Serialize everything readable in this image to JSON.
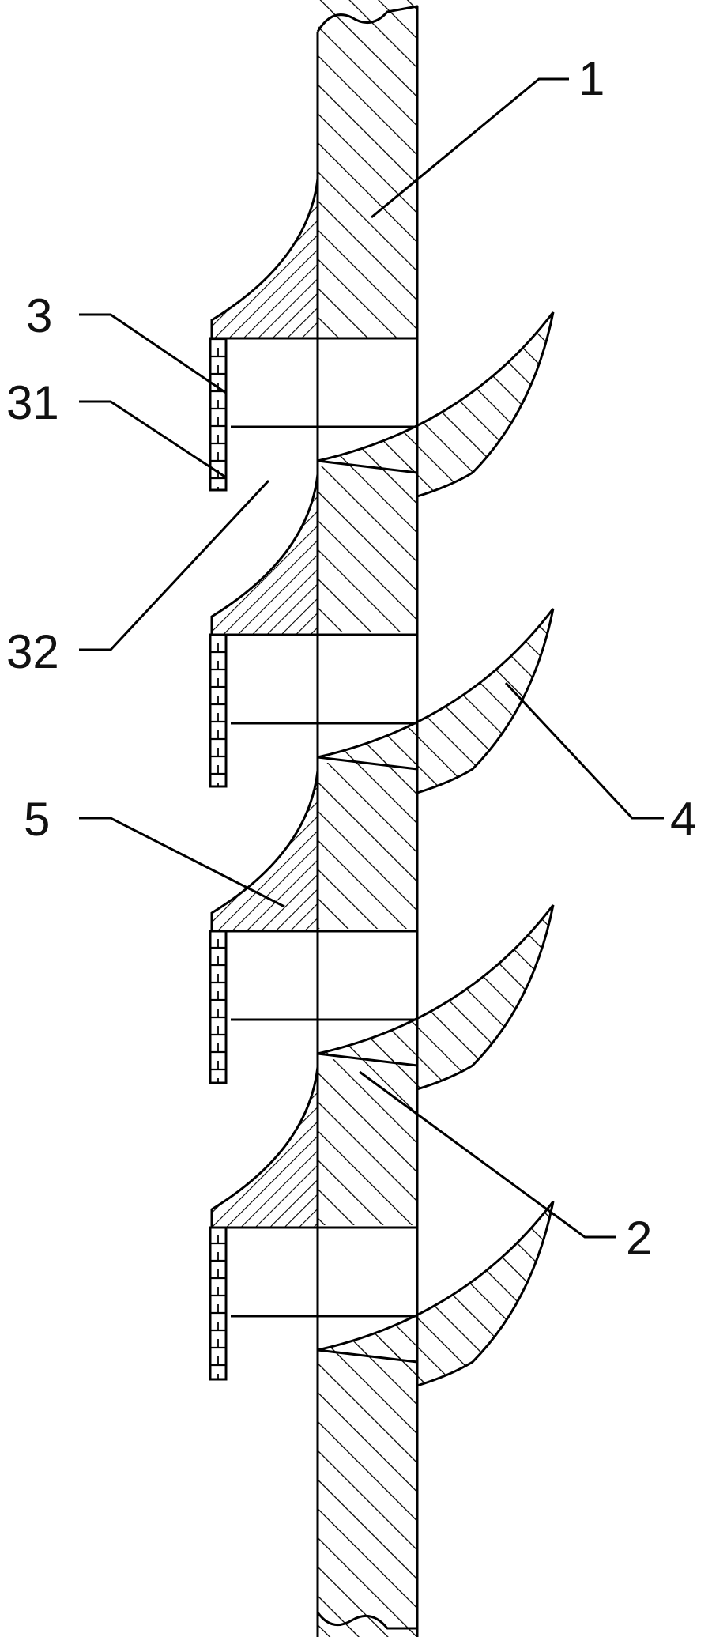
{
  "figure": {
    "labels": {
      "shaft": "1",
      "through_hole": "2",
      "bracket": "3",
      "bracket_wall": "31",
      "bracket_gap": "32",
      "blade": "4",
      "fillet": "5"
    },
    "colors": {
      "line": "#000000",
      "background": "#ffffff"
    }
  }
}
